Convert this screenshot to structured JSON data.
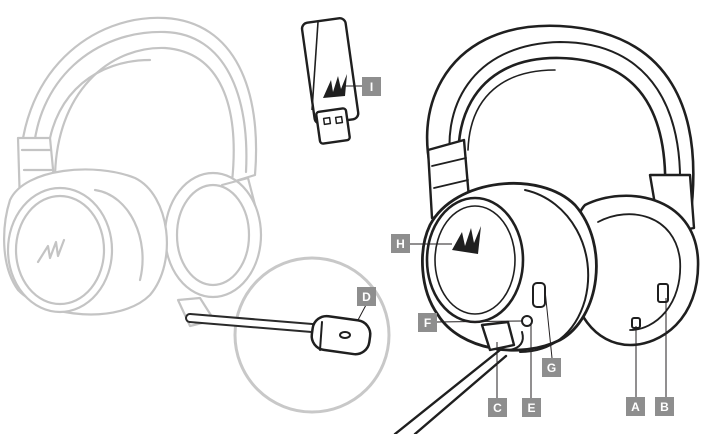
{
  "callouts": {
    "A": "A",
    "B": "B",
    "C": "C",
    "D": "D",
    "E": "E",
    "F": "F",
    "G": "G",
    "H": "H",
    "I": "I"
  },
  "colors": {
    "callout_fill": "#8e8e8e",
    "callout_text": "#ffffff",
    "line_art": "#1f1f1f",
    "ghost_line_art": "#c4c4c4"
  }
}
